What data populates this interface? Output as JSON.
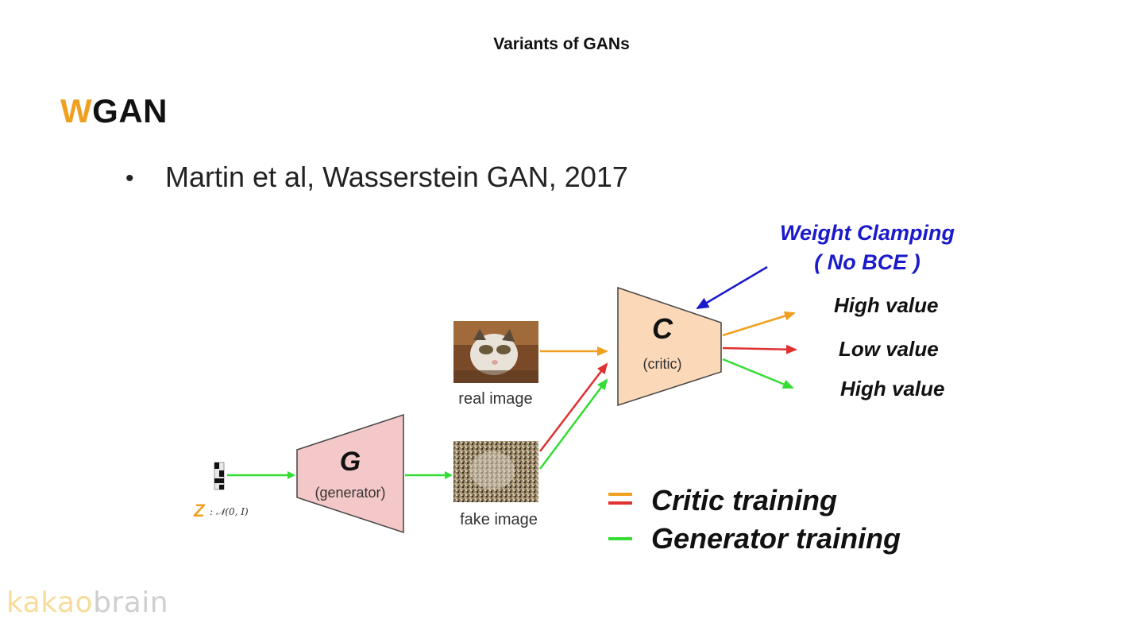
{
  "slide": {
    "header_title": "Variants of GANs",
    "heading_accent": "W",
    "heading_rest": "GAN",
    "bullet": "Martin et al, Wasserstein GAN, 2017",
    "logo_part1": "kakao",
    "logo_part2": "brain"
  },
  "diagram": {
    "z_letter": "Z",
    "z_dist": ": 𝒩(0, I)",
    "generator_letter": "G",
    "generator_label": "(generator)",
    "critic_letter": "C",
    "critic_label": "(critic)",
    "real_image_label": "real image",
    "fake_image_label": "fake image",
    "weight_clamping_line1": "Weight Clamping",
    "weight_clamping_line2": "( No BCE )",
    "outputs": [
      "High value",
      "Low value",
      "High value"
    ],
    "legend": {
      "critic_training": "Critic training",
      "generator_training": "Generator training"
    },
    "colors": {
      "orange": "#f0a020",
      "red": "#e03030",
      "green": "#33dd33",
      "blue": "#1a1acc",
      "generator_fill": "#f4c8c8",
      "critic_fill": "#fbd9b8"
    }
  }
}
